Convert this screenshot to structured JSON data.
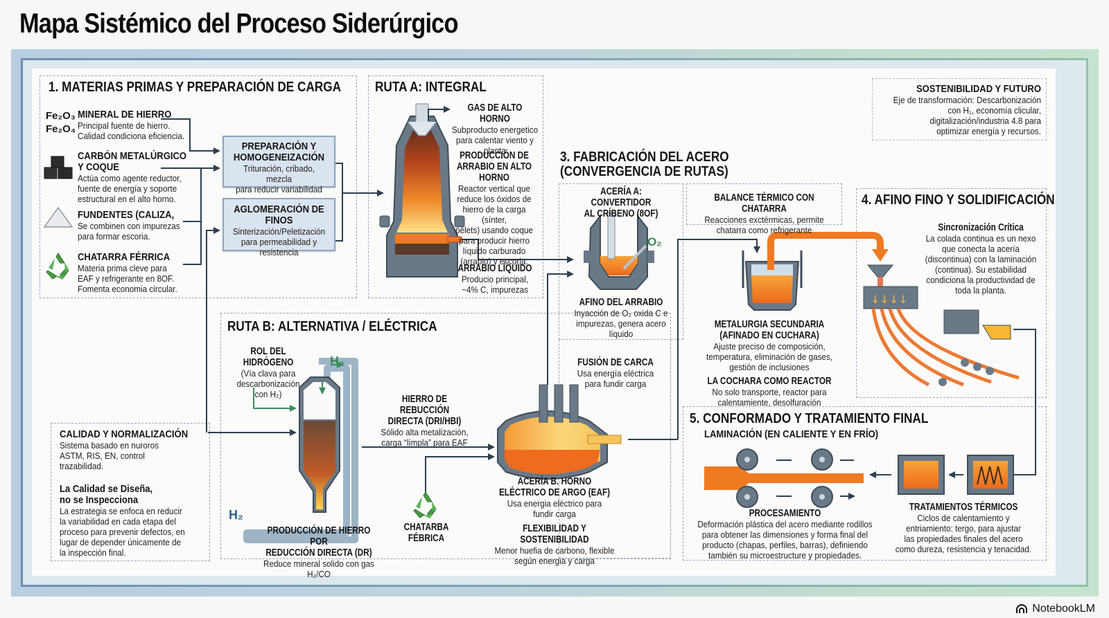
{
  "title": "Mapa Sistémico del Proceso Siderúrgico",
  "brand": {
    "name": "NotebookLM",
    "icon": "notebooklm-logo-icon"
  },
  "colors": {
    "steel": "#5f6e7d",
    "molten": "#f07a22",
    "recycle": "#4a9b47",
    "box_fill": "#d9e4ee",
    "hydrogen": "#3b8a5a"
  },
  "section1": {
    "title": "1. MATERIAS PRIMAS Y PREPARACIÓN DE CARGA",
    "formula_1": "Fe₂O₃",
    "formula_2": "Fe₂O₄",
    "items": [
      {
        "icon": "iron-ore-formula-icon",
        "title": "MINERAL DE HIERRO",
        "lines": [
          "Principal fuente de hierro.",
          "Calidad condiciona eficiencia."
        ]
      },
      {
        "icon": "coal-cubes-icon",
        "title": "CARBÓN METALÚRGICO",
        "title2": "Y COQUE",
        "lines": [
          "Actúa como agente reductor,",
          "fuente de energía y soporte",
          "estructural en el alto horno."
        ]
      },
      {
        "icon": "limestone-pile-icon",
        "title": "FUNDENTES (CALIZA,",
        "lines": [
          "Se combinen con impurezas",
          "para formar escoria."
        ]
      },
      {
        "icon": "recycle-icon",
        "title": "CHATARRA FÉRRICA",
        "lines": [
          "Materia prima cleve para",
          "EAF y refrigerante en 8OF.",
          "Fomenta economia circular."
        ]
      }
    ],
    "boxes": [
      {
        "title1": "PREPARACIÓN Y",
        "title2": "HOMOGENEIZACIÓN",
        "lines": [
          "Trituración, cribado, mezcla",
          "para reducir variabilidad"
        ]
      },
      {
        "title1": "AGLOMERACIÓN DE FINOS",
        "lines": [
          "Sinterización/Peletización",
          "para permeabilidad y",
          "resistencia"
        ]
      }
    ]
  },
  "ruta_a": {
    "title": "RUTA A: INTEGRAL",
    "gas": {
      "title": "GAS DE ALTO HORNO",
      "lines": [
        "Subproducto energetico",
        "para calentar viento y",
        "planta"
      ]
    },
    "production": {
      "title_lines": [
        "PRODUCCIÓN DE",
        "ARRABIO EN ALTO",
        "HORNO"
      ],
      "lines": [
        "Reactor vertical que",
        "reduce los óxidos de",
        "hierro de la carga (sínter,",
        "pélets) usando coque",
        "para producir hierro",
        "líquido carburado",
        "(arrabio) y escoria."
      ]
    },
    "liquid": {
      "title": "ARRABIO LÍQUIDO",
      "lines": [
        "Producio principal,",
        "~4% C, impurezas"
      ]
    }
  },
  "sustainability": {
    "title": "SOSTENIBILIDAD Y FUTURO",
    "lines": [
      "Eje de transformación: Descarbonización",
      "con H₁, economía clicular,",
      "digitalización/industria 4.8 para",
      "optimizar energía y recursos."
    ]
  },
  "section3": {
    "title_lines": [
      "3. FABRICACIÓN DEL ACERO",
      "(CONVERGENCIA DE RUTAS)"
    ],
    "bof": {
      "title_lines": [
        "ACERÍA A: CONVERTIDOR",
        "AL CRÍBENO (8OF)"
      ],
      "o2": "O₂"
    },
    "afino": {
      "title": "AFINO DEL ARRABIO",
      "lines": [
        "Inyacción de O₂ oxida C e",
        "impurezas, genera acero",
        "líquido"
      ]
    },
    "balance": {
      "title": "BALANCE TÉRMICO CON CHATARRA",
      "lines": [
        "Reacciones exctérmicas, permite",
        "chatarra como refrigerante"
      ]
    },
    "secondary": {
      "title_lines": [
        "METALURGIA SECUNDARIA",
        "(AFINADO EN CUCHARA)"
      ],
      "lines": [
        "Ajuste preciso de composición,",
        "temperatura, eliminación de gases,",
        "gestión de inclusiones"
      ]
    },
    "ladle": {
      "title": "LA COCHARA COMO REACTOR",
      "lines": [
        "No solo transporte, reactor para",
        "calentamiente, desolfuración"
      ]
    }
  },
  "section4": {
    "title": "4. AFINO FINO Y SOLIDIFICACIÓN",
    "sync": {
      "title": "Sincronización Crítica",
      "lines": [
        "La colada continua es un nexo",
        "que conecta la acería",
        "(discontinua) con la laminación",
        "(continua). Su estabilidad",
        "condiciona la productividad de",
        "toda la planta."
      ]
    }
  },
  "ruta_b": {
    "title": "RUTA B: ALTERNATIVA / ELÉCTRICA",
    "hydrogen_role": {
      "title": "ROL DEL HIDRÓGENO",
      "lines": [
        "(Vía clava para",
        "descarbonización",
        "con H₂)"
      ]
    },
    "h2_top": "H₂",
    "h2_bottom": "H₂",
    "dri": {
      "title_lines": [
        "HIERRO DE REBUCCIÓN",
        "DIRECTA (DRI/HBI)"
      ],
      "lines": [
        "Sólido alta metalización,",
        "carga “límpla” para EAF"
      ]
    },
    "dr_production": {
      "title_lines": [
        "PRODUCCIÓN DE HIERRO POR",
        "REDUCCIÓN DIRECTA (DR)"
      ],
      "line": "Reduce mineral solido con gas H₂/CO"
    },
    "scrap": {
      "title_lines": [
        "CHATARBA",
        "FÉBRICA"
      ]
    },
    "fusion": {
      "title": "FUSIÓN DE CARCA",
      "lines": [
        "Usa energía eléctrica",
        "para fundir carga"
      ]
    },
    "eaf": {
      "title_lines": [
        "ACERÍA B. HORNO",
        "ELÉCTRICO DE ARGO (EAF)"
      ],
      "lines": [
        "Usa energia eléctrico para",
        "fundir carga"
      ]
    },
    "flex": {
      "title": "FLEXIBILIDAD Y SOSTENIBILIDAD",
      "lines": [
        "Menor huefia de carbono, flexible",
        "según energia y carga"
      ]
    }
  },
  "quality": {
    "title": "CALIDAD Y NORMALIZACIÓN",
    "lines": [
      "Sistema basado en nuroros",
      "ASTM, RIS, EN, control",
      "trazabilidad."
    ],
    "subtitle_lines": [
      "La Calidad se Diseña,",
      "no se Inspecciona"
    ],
    "body": [
      "La estrategia se enfoca en reducir",
      "la variabilidad en cada etapa del",
      "proceso para prevenir defectos, en",
      "lugar de depender únicamente de",
      "la inspección final."
    ]
  },
  "section5": {
    "title": "5. CONFORMADO Y TRATAMIENTO FINAL",
    "subtitle": "LAMINACIÓN (EN CALIENTE Y EN FRÍO)",
    "processing": {
      "title": "PROCESAMIENTO",
      "lines": [
        "Deformación plástica del acero mediante rodillos",
        "para obtener las dimensiones y forma final del",
        "producto (chapas, perfiles, barras), definiendo",
        "también su microestructure y propiedades."
      ]
    },
    "thermal": {
      "title": "TRATAMIENTOS TÉRMICOS",
      "lines": [
        "Ciclos de calentamiento y",
        "entriamiento: tergo, para ajustar",
        "las propiedades finales del acero",
        "como dureza, resistencia y tenacidad."
      ]
    }
  }
}
